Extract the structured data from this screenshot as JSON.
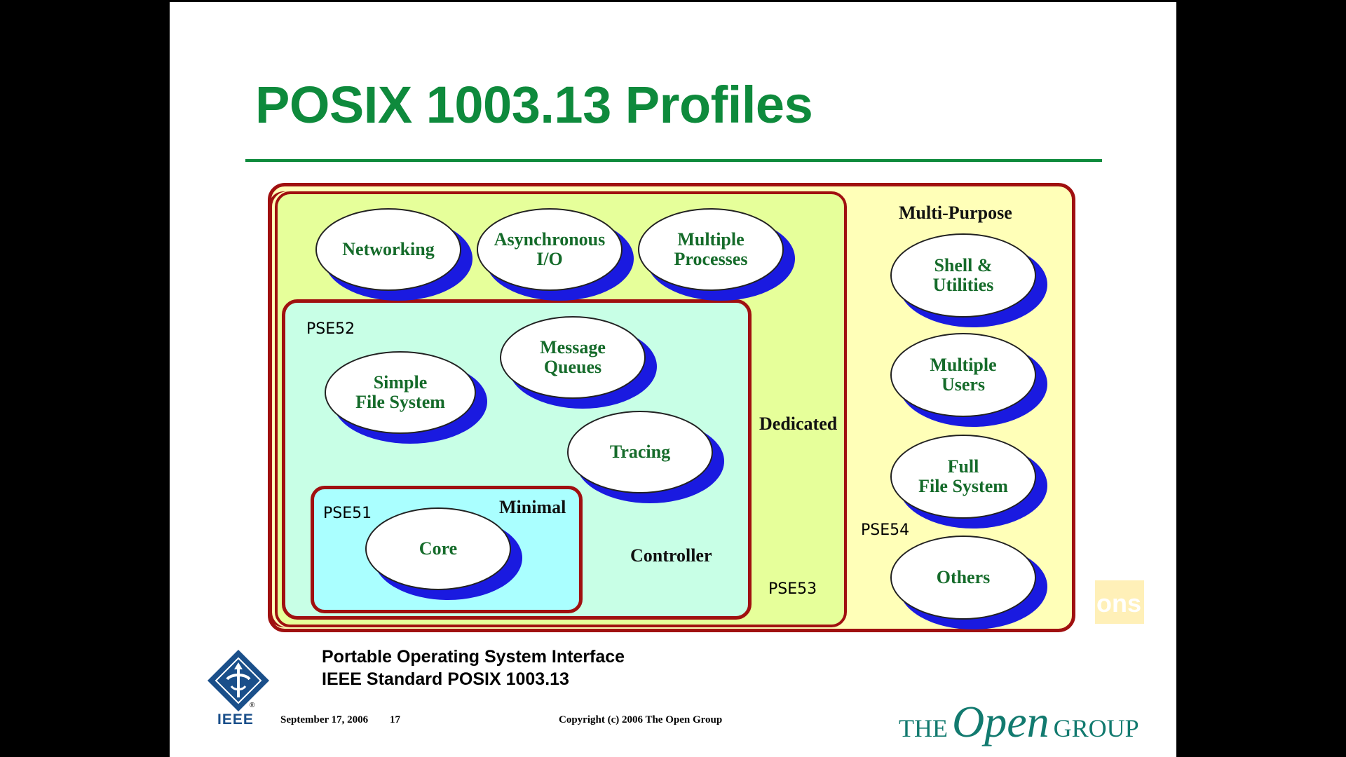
{
  "title": "POSIX 1003.13 Profiles",
  "colors": {
    "title_green": "#0e8a3c",
    "border_red": "#a01010",
    "multi_purpose_fill": "#ffffb8",
    "dedicated_fill": "#e6ff9a",
    "controller_fill": "#c8ffe6",
    "minimal_fill": "#aaffff",
    "bubble_text": "#156b2a",
    "bubble_shadow": "#1a1ae0"
  },
  "diagram": {
    "regions": {
      "multi_purpose": "Multi-Purpose",
      "dedicated": "Dedicated",
      "controller": "Controller",
      "minimal": "Minimal"
    },
    "profiles": {
      "pse51": "PSE51",
      "pse52": "PSE52",
      "pse53": "PSE53",
      "pse54": "PSE54"
    },
    "bubbles": {
      "networking": "Networking",
      "async_io": "Asynchronous\nI/O",
      "multiple_processes": "Multiple\nProcesses",
      "shell_utilities": "Shell &\nUtilities",
      "multiple_users": "Multiple\nUsers",
      "full_file_system": "Full\nFile System",
      "others": "Others",
      "simple_file_system": "Simple\nFile System",
      "message_queues": "Message\nQueues",
      "tracing": "Tracing",
      "core": "Core"
    },
    "partial_label": "ons"
  },
  "footer": {
    "line1": "Portable Operating System Interface",
    "line2": "IEEE  Standard POSIX 1003.13",
    "date": "September 17, 2006",
    "page": "17",
    "copyright": "Copyright (c) 2006 The Open Group",
    "ieee_logo_text": "IEEE",
    "ieee_registered": "®",
    "open_group_the": "THE",
    "open_group_open": "Open",
    "open_group_group": "GROUP"
  }
}
